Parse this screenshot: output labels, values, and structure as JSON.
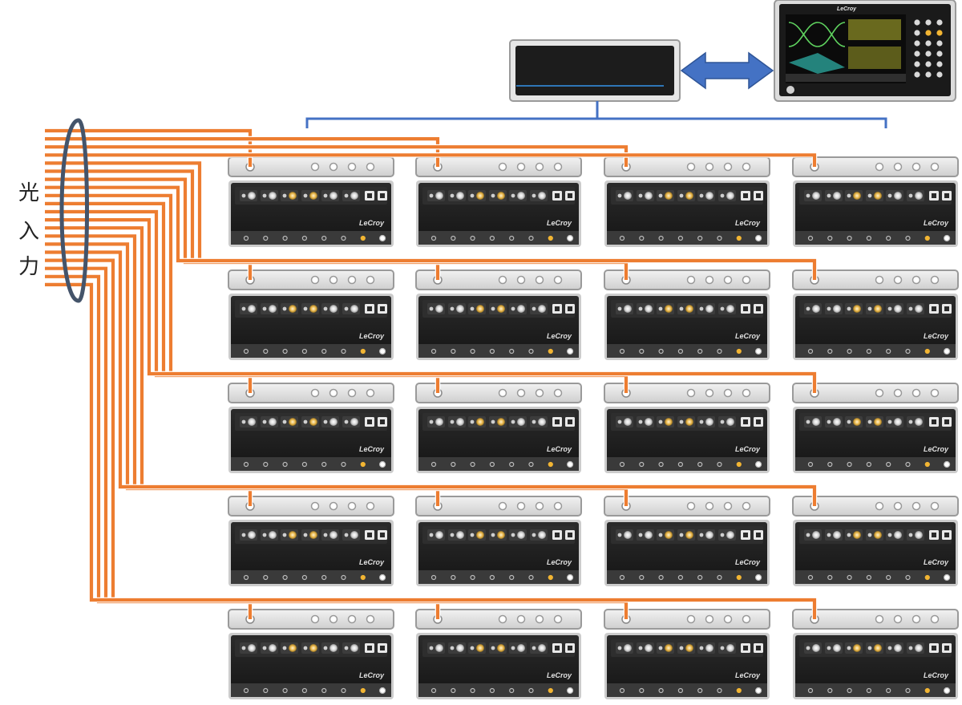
{
  "input_label": [
    "光",
    "入",
    "力"
  ],
  "brand": "LeCroy",
  "grid": {
    "rows": 5,
    "cols": 4
  },
  "fiber_count": 20,
  "colors": {
    "fiber": "#ED7D31",
    "bus": "#4472C4",
    "arrow": "#4472C4",
    "bundle_loop": "#44546A",
    "module_body": "#1f1f1f",
    "module_bezel": "#9a9a9a",
    "led_amber": "#f2b533"
  },
  "icons": {
    "controller": "controller-box",
    "oscilloscope": "oscilloscope-screen",
    "link": "double-headed-arrow"
  }
}
